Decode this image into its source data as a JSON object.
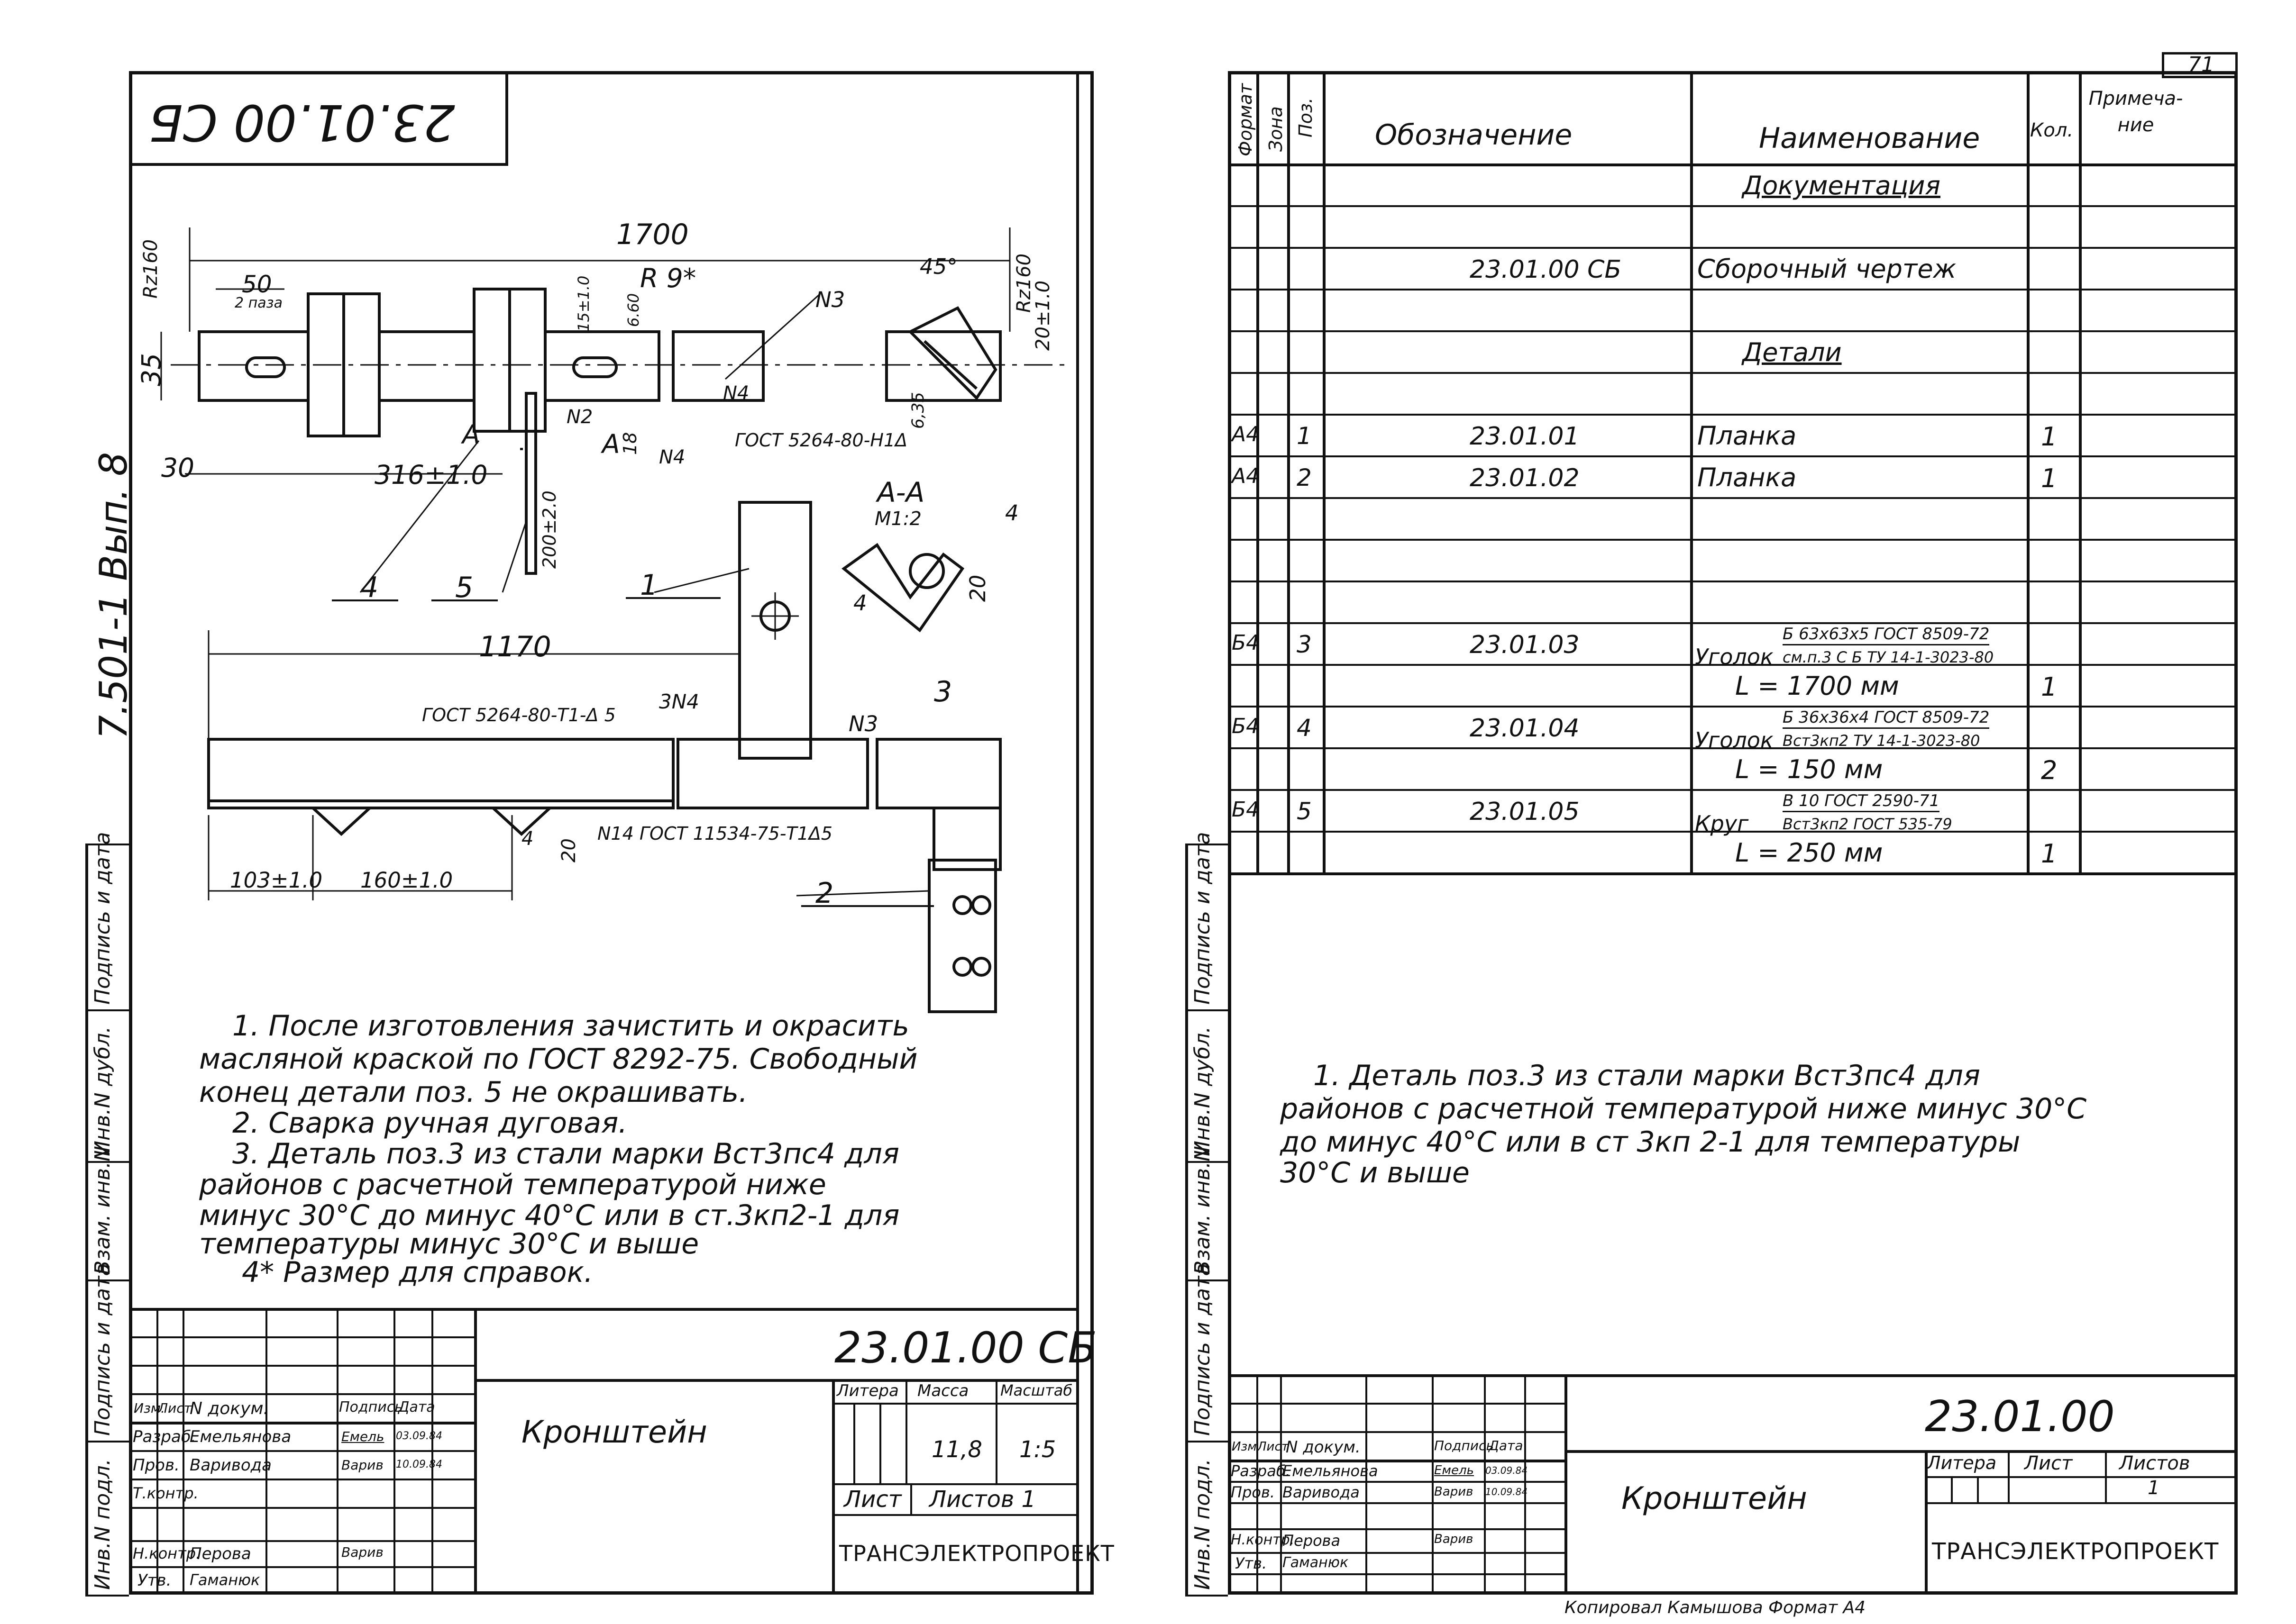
{
  "left_sheet": {
    "code_upside_down": "23.01.00 СБ",
    "side_label": "7.501-1 Вып. 8",
    "dims": {
      "d1700": "1700",
      "d50": "50",
      "d2paza": "2 паза",
      "d35": "35",
      "rz160a": "Rz160",
      "rz160b": "Rz160",
      "r9": "R 9*",
      "d15": "15±1.0",
      "d6": "6.60",
      "n3a": "N3",
      "n4a": "N4",
      "d45": "45°",
      "d20": "20±1.0",
      "d30": "30",
      "d316": "316±1.0",
      "d200": "200±2.0",
      "d18": "18",
      "n2": "N2",
      "aA1": "A",
      "aA2": "A",
      "gost_top": "ГОСТ 5264-80-Н1Δ",
      "d6b": "6,35",
      "n4b": "N4",
      "aa_title": "А-А",
      "aa_scale": "М1:2",
      "d4a": "4",
      "d4b": "4",
      "d20b": "20",
      "d1170": "1170",
      "gost_mid": "ГОСТ 5264-80-Т1-Δ 5",
      "n3b": "N3",
      "n4c": "3N4",
      "d103": "103±1.0",
      "d160": "160±1.0",
      "d4c": "4",
      "d20c": "20",
      "gost_bot": "N14 ГОСТ 11534-75-Т1Δ5"
    },
    "callouts": {
      "c1": "1",
      "c2": "2",
      "c3": "3",
      "c4": "4",
      "c5": "5"
    },
    "notes": [
      "1. После изготовления зачистить и окрасить",
      "масляной краской по ГОСТ 8292-75. Свободный",
      "конец детали поз. 5   не окрашивать.",
      "2. Сварка ручная дуговая.",
      "3. Деталь поз.3 из стали марки Вст3пс4 для",
      "районов с расчетной температурой ниже",
      "минус 30°С до минус 40°С или в ст.3кп2-1 для",
      "температуры минус 30°С и выше",
      "4* Размер для справок."
    ],
    "margin_labels": [
      "Подпись и дата",
      "Инв.N дубл.",
      "Взам. инв.N",
      "Подпись и дата",
      "Инв.N подл."
    ],
    "stamp": {
      "code": "23.01.00 СБ",
      "title": "Кронштейн",
      "lit_label": "Литера",
      "mass_label": "Масса",
      "scale_label": "Масштаб",
      "mass": "11,8",
      "scale": "1:5",
      "sheet_label": "Лист",
      "sheets_label": "Листов 1",
      "org": "ТРАНСЭЛЕКТРОПРОЕКТ",
      "col_izm": "Изм.",
      "col_list": "Лист",
      "col_doc": "N докум.",
      "col_sign": "Подпись",
      "col_date": "Дата",
      "rows": [
        {
          "role": "Разраб.",
          "name": "Емельянова",
          "sign": "Емель",
          "date": "03.09.84"
        },
        {
          "role": "Пров.",
          "name": "Варивода",
          "sign": "Варив",
          "date": "10.09.84"
        },
        {
          "role": "Т.контр.",
          "name": "",
          "sign": "",
          "date": ""
        },
        {
          "role": "Н.контр.",
          "name": "Перова",
          "sign": "Варив",
          "date": ""
        },
        {
          "role": "Утв.",
          "name": "Гаманюк",
          "sign": "",
          "date": ""
        }
      ]
    }
  },
  "right_sheet": {
    "page_number": "71",
    "headers": {
      "format": "Формат",
      "zone": "Зона",
      "pos": "Поз.",
      "designation": "Обозначение",
      "name": "Наименование",
      "qty": "Кол.",
      "note": "Примеча- ние"
    },
    "rows": [
      {
        "format": "",
        "pos": "",
        "designation": "",
        "name": "Документация",
        "qty": "",
        "underline": true
      },
      {
        "format": "",
        "pos": "",
        "designation": "",
        "name": "",
        "qty": ""
      },
      {
        "format": "",
        "pos": "",
        "designation": "23.01.00 СБ",
        "name": "Сборочный чертеж",
        "qty": ""
      },
      {
        "format": "",
        "pos": "",
        "designation": "",
        "name": "",
        "qty": ""
      },
      {
        "format": "",
        "pos": "",
        "designation": "",
        "name": "Детали",
        "qty": "",
        "underline": true
      },
      {
        "format": "",
        "pos": "",
        "designation": "",
        "name": "",
        "qty": ""
      },
      {
        "format": "А4",
        "pos": "1",
        "designation": "23.01.01",
        "name": "Планка",
        "qty": "1"
      },
      {
        "format": "А4",
        "pos": "2",
        "designation": "23.01.02",
        "name": "Планка",
        "qty": "1"
      },
      {
        "format": "",
        "pos": "",
        "designation": "",
        "name": "",
        "qty": ""
      },
      {
        "format": "",
        "pos": "",
        "designation": "",
        "name": "",
        "qty": ""
      },
      {
        "format": "",
        "pos": "",
        "designation": "",
        "name": "",
        "qty": ""
      },
      {
        "format": "Б4",
        "pos": "3",
        "designation": "23.01.03",
        "name": "Уголок",
        "frac_top": "Б 63х63х5 ГОСТ 8509-72",
        "frac_bot": "см.п.3 С Б ТУ 14-1-3023-80",
        "qty": ""
      },
      {
        "format": "",
        "pos": "",
        "designation": "",
        "name": "L = 1700 мм",
        "qty": "1"
      },
      {
        "format": "Б4",
        "pos": "4",
        "designation": "23.01.04",
        "name": "Уголок",
        "frac_top": "Б 36х36х4 ГОСТ 8509-72",
        "frac_bot": "Вст3кп2 ТУ 14-1-3023-80",
        "qty": ""
      },
      {
        "format": "",
        "pos": "",
        "designation": "",
        "name": "L = 150 мм",
        "qty": "2"
      },
      {
        "format": "Б4",
        "pos": "5",
        "designation": "23.01.05",
        "name": "Круг",
        "frac_top": "В 10 ГОСТ 2590-71",
        "frac_bot": "Вст3кп2 ГОСТ 535-79",
        "qty": ""
      },
      {
        "format": "",
        "pos": "",
        "designation": "",
        "name": "L = 250 мм",
        "qty": "1"
      }
    ],
    "note_lines": [
      "1. Деталь поз.3 из стали марки Вст3пс4 для",
      "районов с расчетной температурой ниже минус 30°С",
      "до минус 40°С или в ст 3кп 2-1 для температуры",
      "30°С  и выше"
    ],
    "margin_labels": [
      "Подпись и дата",
      "Инв.N дубл.",
      "Взам. инв.N",
      "Подпись и дата",
      "Инв.N подл."
    ],
    "stamp": {
      "code": "23.01.00",
      "title": "Кронштейн",
      "lit_label": "Литера",
      "sheet_label": "Лист",
      "sheets_label": "Листов",
      "sheets": "1",
      "org": "ТРАНСЭЛЕКТРОПРОЕКТ",
      "col_izm": "Изм.",
      "col_list": "Лист",
      "col_doc": "N докум.",
      "col_sign": "Подпись",
      "col_date": "Дата",
      "rows": [
        {
          "role": "Разраб.",
          "name": "Емельянова",
          "sign": "Емель",
          "date": "03.09.84"
        },
        {
          "role": "Пров.",
          "name": "Варивода",
          "sign": "Варив",
          "date": "10.09.84"
        },
        {
          "role": "",
          "name": "",
          "sign": "",
          "date": ""
        },
        {
          "role": "Н.контр.",
          "name": "Перова",
          "sign": "Варив",
          "date": ""
        },
        {
          "role": "Утв.",
          "name": "Гаманюк",
          "sign": "",
          "date": ""
        }
      ],
      "footer": "Копировал    Камышова        Формат А4"
    }
  }
}
